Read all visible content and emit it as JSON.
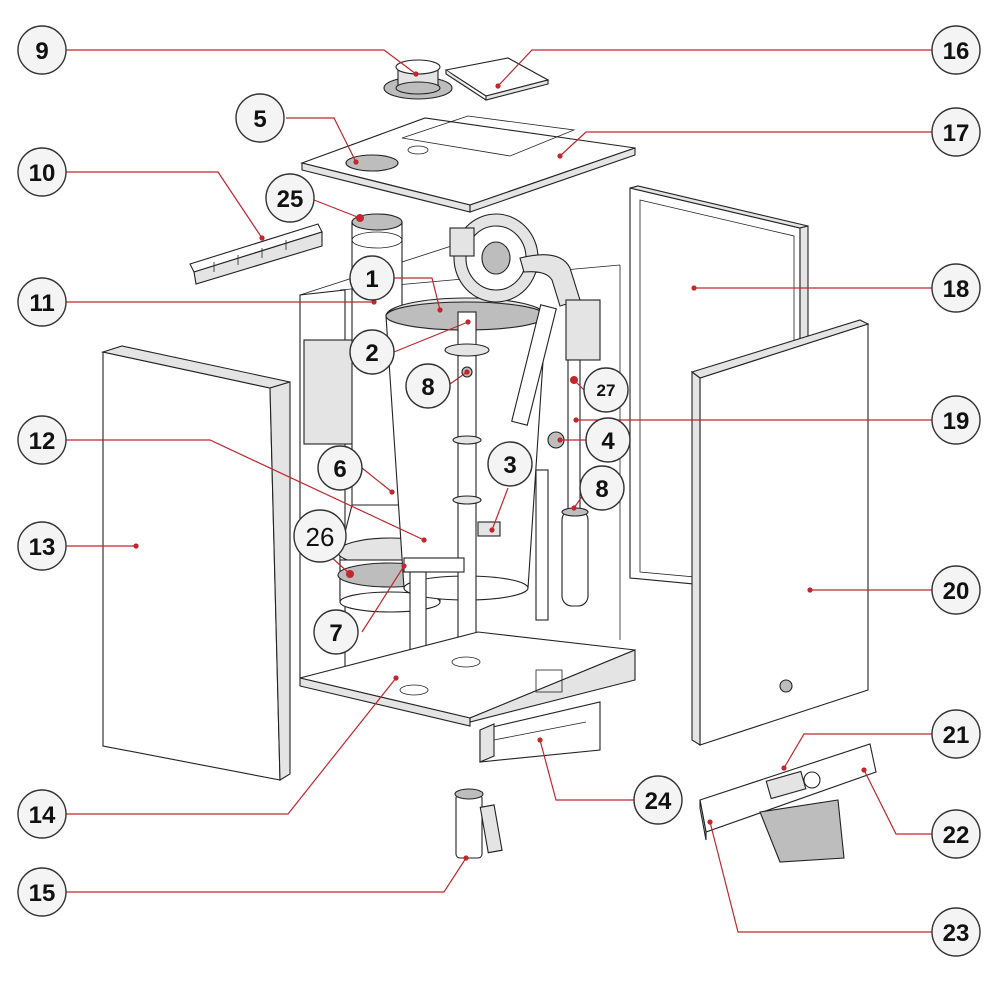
{
  "callouts": [
    {
      "label": "9"
    },
    {
      "label": "16"
    },
    {
      "label": "5"
    },
    {
      "label": "17"
    },
    {
      "label": "10"
    },
    {
      "label": "25"
    },
    {
      "label": "1"
    },
    {
      "label": "18"
    },
    {
      "label": "11"
    },
    {
      "label": "2"
    },
    {
      "label": "8"
    },
    {
      "label": "27"
    },
    {
      "label": "12"
    },
    {
      "label": "19"
    },
    {
      "label": "4"
    },
    {
      "label": "3"
    },
    {
      "label": "6"
    },
    {
      "label": "8"
    },
    {
      "label": "13"
    },
    {
      "label": "26"
    },
    {
      "label": "20"
    },
    {
      "label": "7"
    },
    {
      "label": "21"
    },
    {
      "label": "14"
    },
    {
      "label": "24"
    },
    {
      "label": "22"
    },
    {
      "label": "15"
    },
    {
      "label": "23"
    }
  ],
  "colors": {
    "leader": "#c1272d",
    "outline": "#222222",
    "callout_fill": "#f4f4f4"
  }
}
